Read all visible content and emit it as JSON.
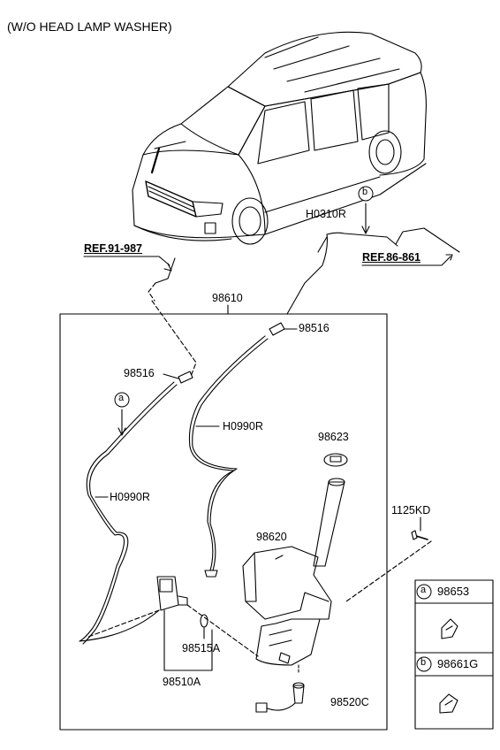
{
  "title": "(W/O HEAD LAMP WASHER)",
  "refs": {
    "ref_91": "REF.91-987",
    "ref_86": "REF.86-861"
  },
  "callouts": {
    "a": "a",
    "b": "b"
  },
  "parts": {
    "assembly": "98610",
    "nozzle_right": "98516",
    "nozzle_left": "98516",
    "hose_front": "H0310R",
    "hose_mid": "H0990R",
    "hose_left": "H0990R",
    "cap": "98623",
    "reservoir": "98620",
    "bolt": "1125KD",
    "grommet": "98515A",
    "pump": "98510A",
    "level_sensor": "98520C"
  },
  "legend": [
    {
      "callout": "a",
      "part": "98653"
    },
    {
      "callout": "b",
      "part": "98661G"
    }
  ]
}
